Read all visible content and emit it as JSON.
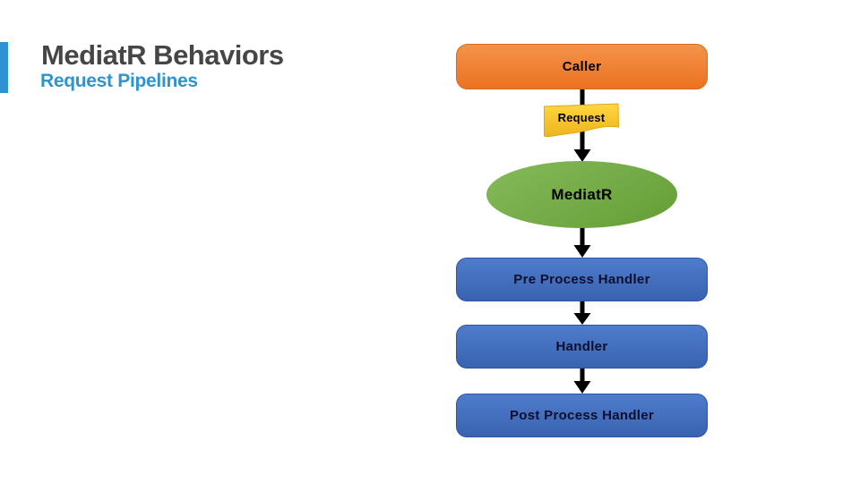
{
  "slide": {
    "title": "MediatR Behaviors",
    "subtitle": "Request Pipelines"
  },
  "colors": {
    "accent_blue": "#2E93D0",
    "title_gray": "#464646",
    "orange_top": "#F4934A",
    "orange_bottom": "#EB7220",
    "orange_border": "#D96A1D",
    "yellow_top": "#FFD740",
    "yellow_bottom": "#EDB41E",
    "yellow_border": "#DFA81C",
    "green_top": "#85BB5A",
    "green_bottom": "#649D36",
    "blue_top": "#4E7CCB",
    "blue_bottom": "#3963B1",
    "blue_border": "#2F55A0",
    "arrow_color": "#000000",
    "box_text_dark": "#0E0E2E"
  },
  "diagram": {
    "nodes": [
      {
        "id": "caller",
        "label": "Caller",
        "shape": "rounded-rectangle",
        "fill": "orange"
      },
      {
        "id": "request",
        "label": "Request",
        "shape": "tape",
        "fill": "yellow"
      },
      {
        "id": "mediatr",
        "label": "MediatR",
        "shape": "ellipse",
        "fill": "green"
      },
      {
        "id": "pre-process-handler",
        "label": "Pre Process Handler",
        "shape": "rounded-rectangle",
        "fill": "blue"
      },
      {
        "id": "handler",
        "label": "Handler",
        "shape": "rounded-rectangle",
        "fill": "blue"
      },
      {
        "id": "post-process-handler",
        "label": "Post Process Handler",
        "shape": "rounded-rectangle",
        "fill": "blue"
      }
    ],
    "edges": [
      {
        "from": "caller",
        "to": "mediatr",
        "via": "request"
      },
      {
        "from": "mediatr",
        "to": "pre-process-handler"
      },
      {
        "from": "pre-process-handler",
        "to": "handler"
      },
      {
        "from": "handler",
        "to": "post-process-handler"
      }
    ]
  }
}
